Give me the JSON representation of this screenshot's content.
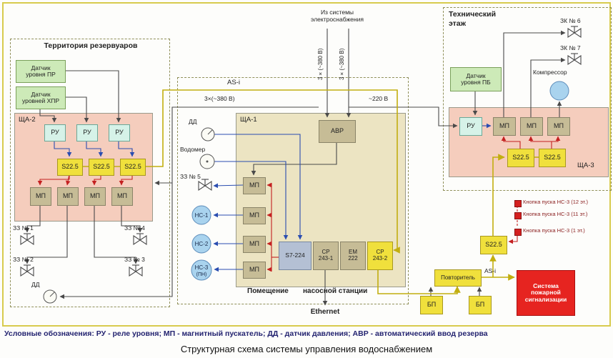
{
  "diagram_title": "Структурная схема системы управления водоснабжением",
  "legend_text": "Условные обозначения:  РУ - реле уровня; МП - магнитный пускатель; ДД - датчик давления; АВР - автоматический ввод резерва",
  "shared": {
    "ru": "РУ",
    "mp": "МП",
    "s225": "S22.5",
    "dd": "ДД",
    "asi": "AS-i",
    "v380": "3×(~380 В)",
    "v220": "~220 В"
  },
  "reservoir_area": {
    "title": "Территория резервуаров",
    "sensor_pr_l1": "Датчик",
    "sensor_pr_l2": "уровня ПР",
    "sensor_hpr_l1": "Датчик",
    "sensor_hpr_l2": "уровней ХПР",
    "panel": "ЩА-2",
    "valve_1": "ЗЗ № 1",
    "valve_2": "ЗЗ № 2",
    "valve_3": "ЗЗ № 3",
    "valve_4": "ЗЗ № 4"
  },
  "pump_station": {
    "room_l1": "Помещение",
    "room_l2": "насосной станции",
    "panel": "ЩА-1",
    "power_in_l1": "Из системы",
    "power_in_l2": "электроснабжения",
    "avr": "АВР",
    "water_meter": "Водомер",
    "valve_5": "ЗЗ № 5",
    "pump_1": "НС-1",
    "pump_2": "НС-2",
    "pump_3": "НС-3",
    "pump_3_note": "(ПН)",
    "plc": "S7-224",
    "cp1_l1": "СР",
    "cp1_l2": "243-1",
    "em_l1": "ЕМ",
    "em_l2": "222",
    "cp2_l1": "СР",
    "cp2_l2": "243-2",
    "ethernet": "Ethernet"
  },
  "tech_floor": {
    "title_l1": "Технический",
    "title_l2": "этаж",
    "sensor_pb_l1": "Датчик",
    "sensor_pb_l2": "уровня ПБ",
    "panel": "ЩА-3",
    "compressor": "Компрессор",
    "valve_6": "ЗК № 6",
    "valve_7": "ЗК № 7"
  },
  "fire_system": {
    "button_12": "Кнопка пуска НС-3 (12 эт.)",
    "button_11": "Кнопка пуска НС-3 (11 эт.)",
    "button_1": "Кнопка пуска НС-3 (1 эт.)",
    "repeater": "Повторитель",
    "psu": "БП",
    "system_l1": "Система",
    "system_l2": "пожарной",
    "system_l3": "сигнализации"
  },
  "colors": {
    "bus_asi": "#c2ae10",
    "signal_blue": "#2a4db0",
    "control_red": "#c42020",
    "wire_dark": "#4a4a4a",
    "panel_pink": "#f5cdbd",
    "panel_beige": "#ece4c2",
    "box_yellow": "#f0e03c",
    "box_green": "#cdeab8",
    "box_cyan": "#d6f2e8",
    "box_tan": "#c6bc96",
    "fire_red": "#e62420"
  }
}
